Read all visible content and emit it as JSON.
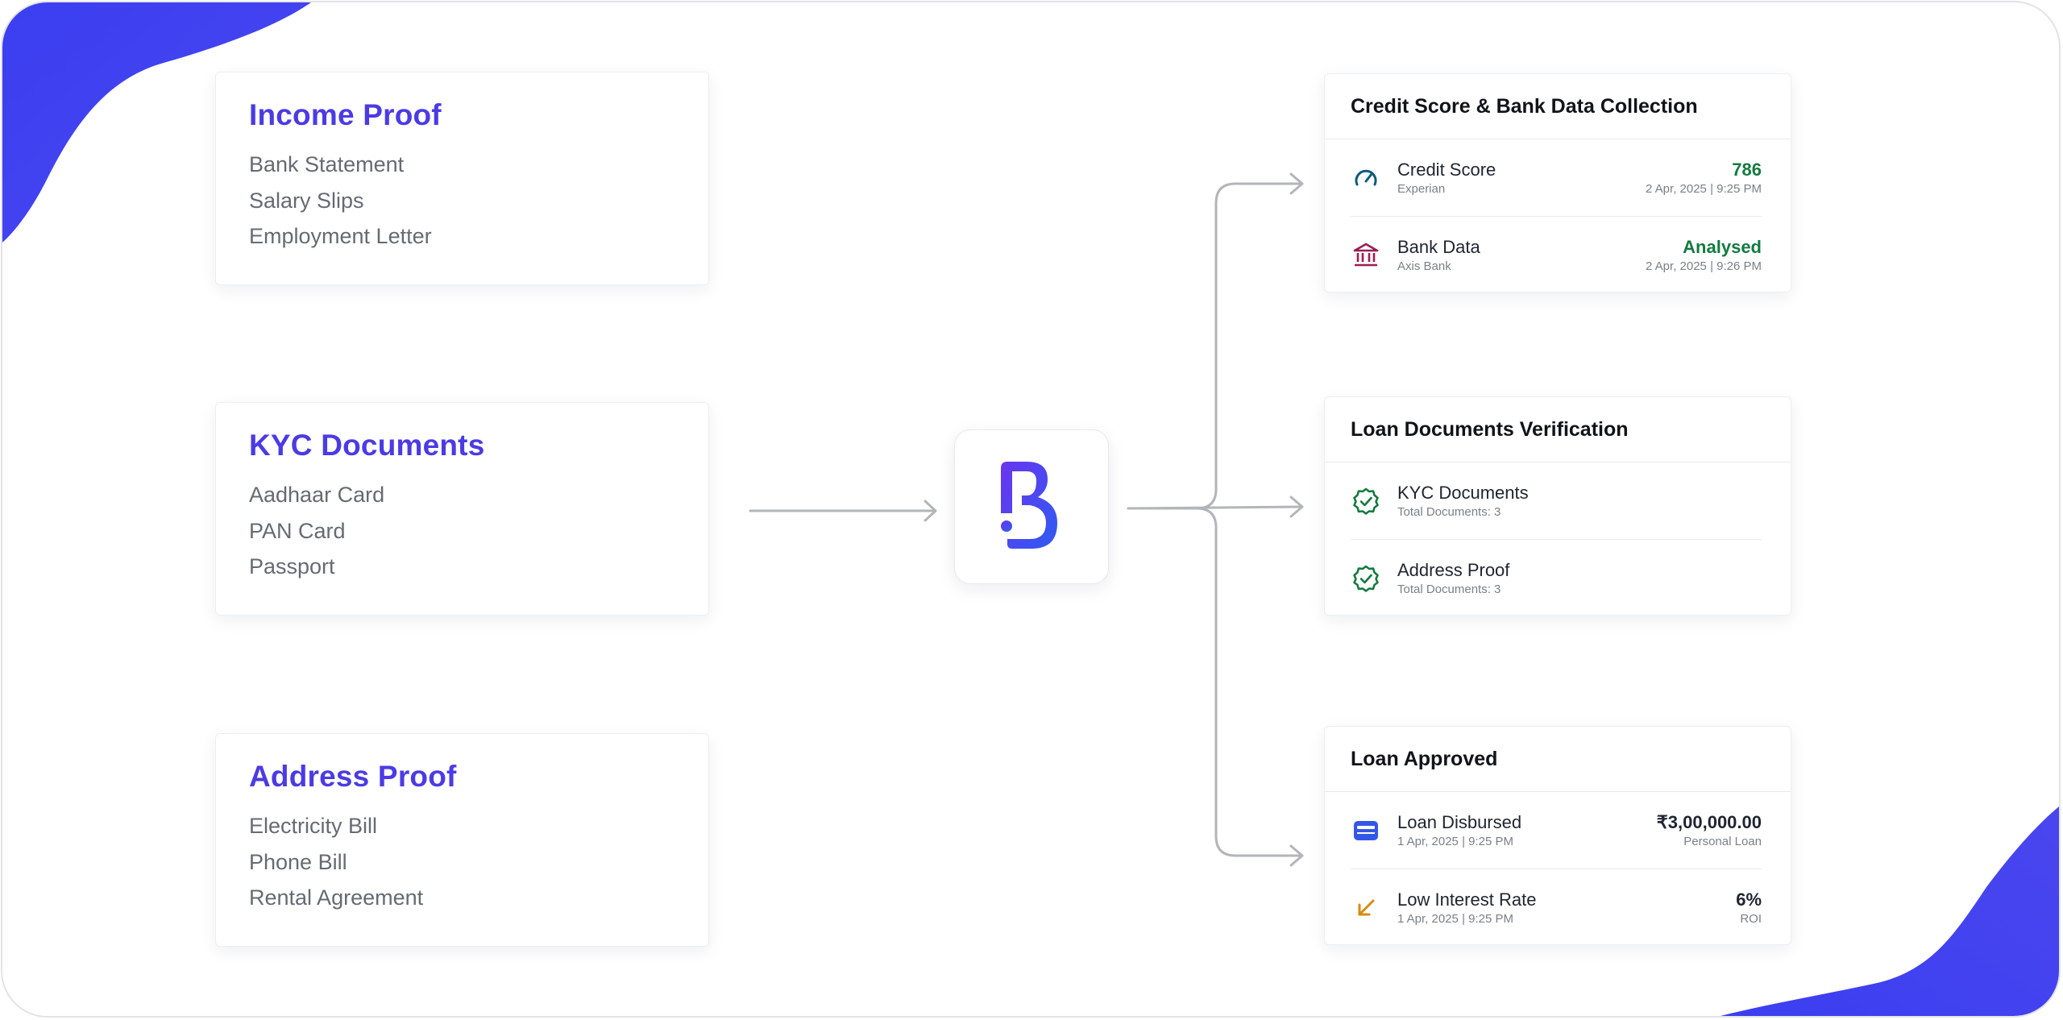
{
  "sources": [
    {
      "title": "Income Proof",
      "items": [
        "Bank Statement",
        "Salary Slips",
        "Employment Letter"
      ]
    },
    {
      "title": "KYC Documents",
      "items": [
        "Aadhaar Card",
        "PAN Card",
        "Passport"
      ]
    },
    {
      "title": "Address Proof",
      "items": [
        "Electricity Bill",
        "Phone Bill",
        "Rental Agreement"
      ]
    }
  ],
  "hub": {
    "logo_icon": "b-brand-logo-icon"
  },
  "results": {
    "credit": {
      "title": "Credit Score & Bank Data Collection",
      "rows": [
        {
          "icon": "gauge-icon",
          "label": "Credit Score",
          "sub": "Experian",
          "value": "786",
          "meta": "2 Apr, 2025 | 9:25 PM"
        },
        {
          "icon": "bank-icon",
          "label": "Bank Data",
          "sub": "Axis Bank",
          "value": "Analysed",
          "meta": "2 Apr, 2025 | 9:26 PM"
        }
      ]
    },
    "verification": {
      "title": "Loan Documents Verification",
      "rows": [
        {
          "icon": "verified-badge-icon",
          "label": "KYC Documents",
          "sub": "Total Documents: 3"
        },
        {
          "icon": "verified-badge-icon",
          "label": "Address Proof",
          "sub": "Total Documents: 3"
        }
      ]
    },
    "approved": {
      "title": "Loan Approved",
      "rows": [
        {
          "icon": "wallet-card-icon",
          "label": "Loan Disbursed",
          "sub": "1 Apr, 2025 | 9:25 PM",
          "value": "₹3,00,000.00",
          "meta": "Personal Loan"
        },
        {
          "icon": "arrow-down-left-icon",
          "label": "Low Interest Rate",
          "sub": "1 Apr, 2025 | 9:25 PM",
          "value": "6%",
          "meta": "ROI"
        }
      ]
    }
  },
  "colors": {
    "accent_blue": "#3f46f0",
    "title_purple": "#4b3be4",
    "success_green": "#137a3f",
    "bank_maroon": "#9b1d52",
    "gauge_teal": "#0e5a7c",
    "arrow_orange": "#d88a12",
    "connector_gray": "#b3b5ba"
  }
}
